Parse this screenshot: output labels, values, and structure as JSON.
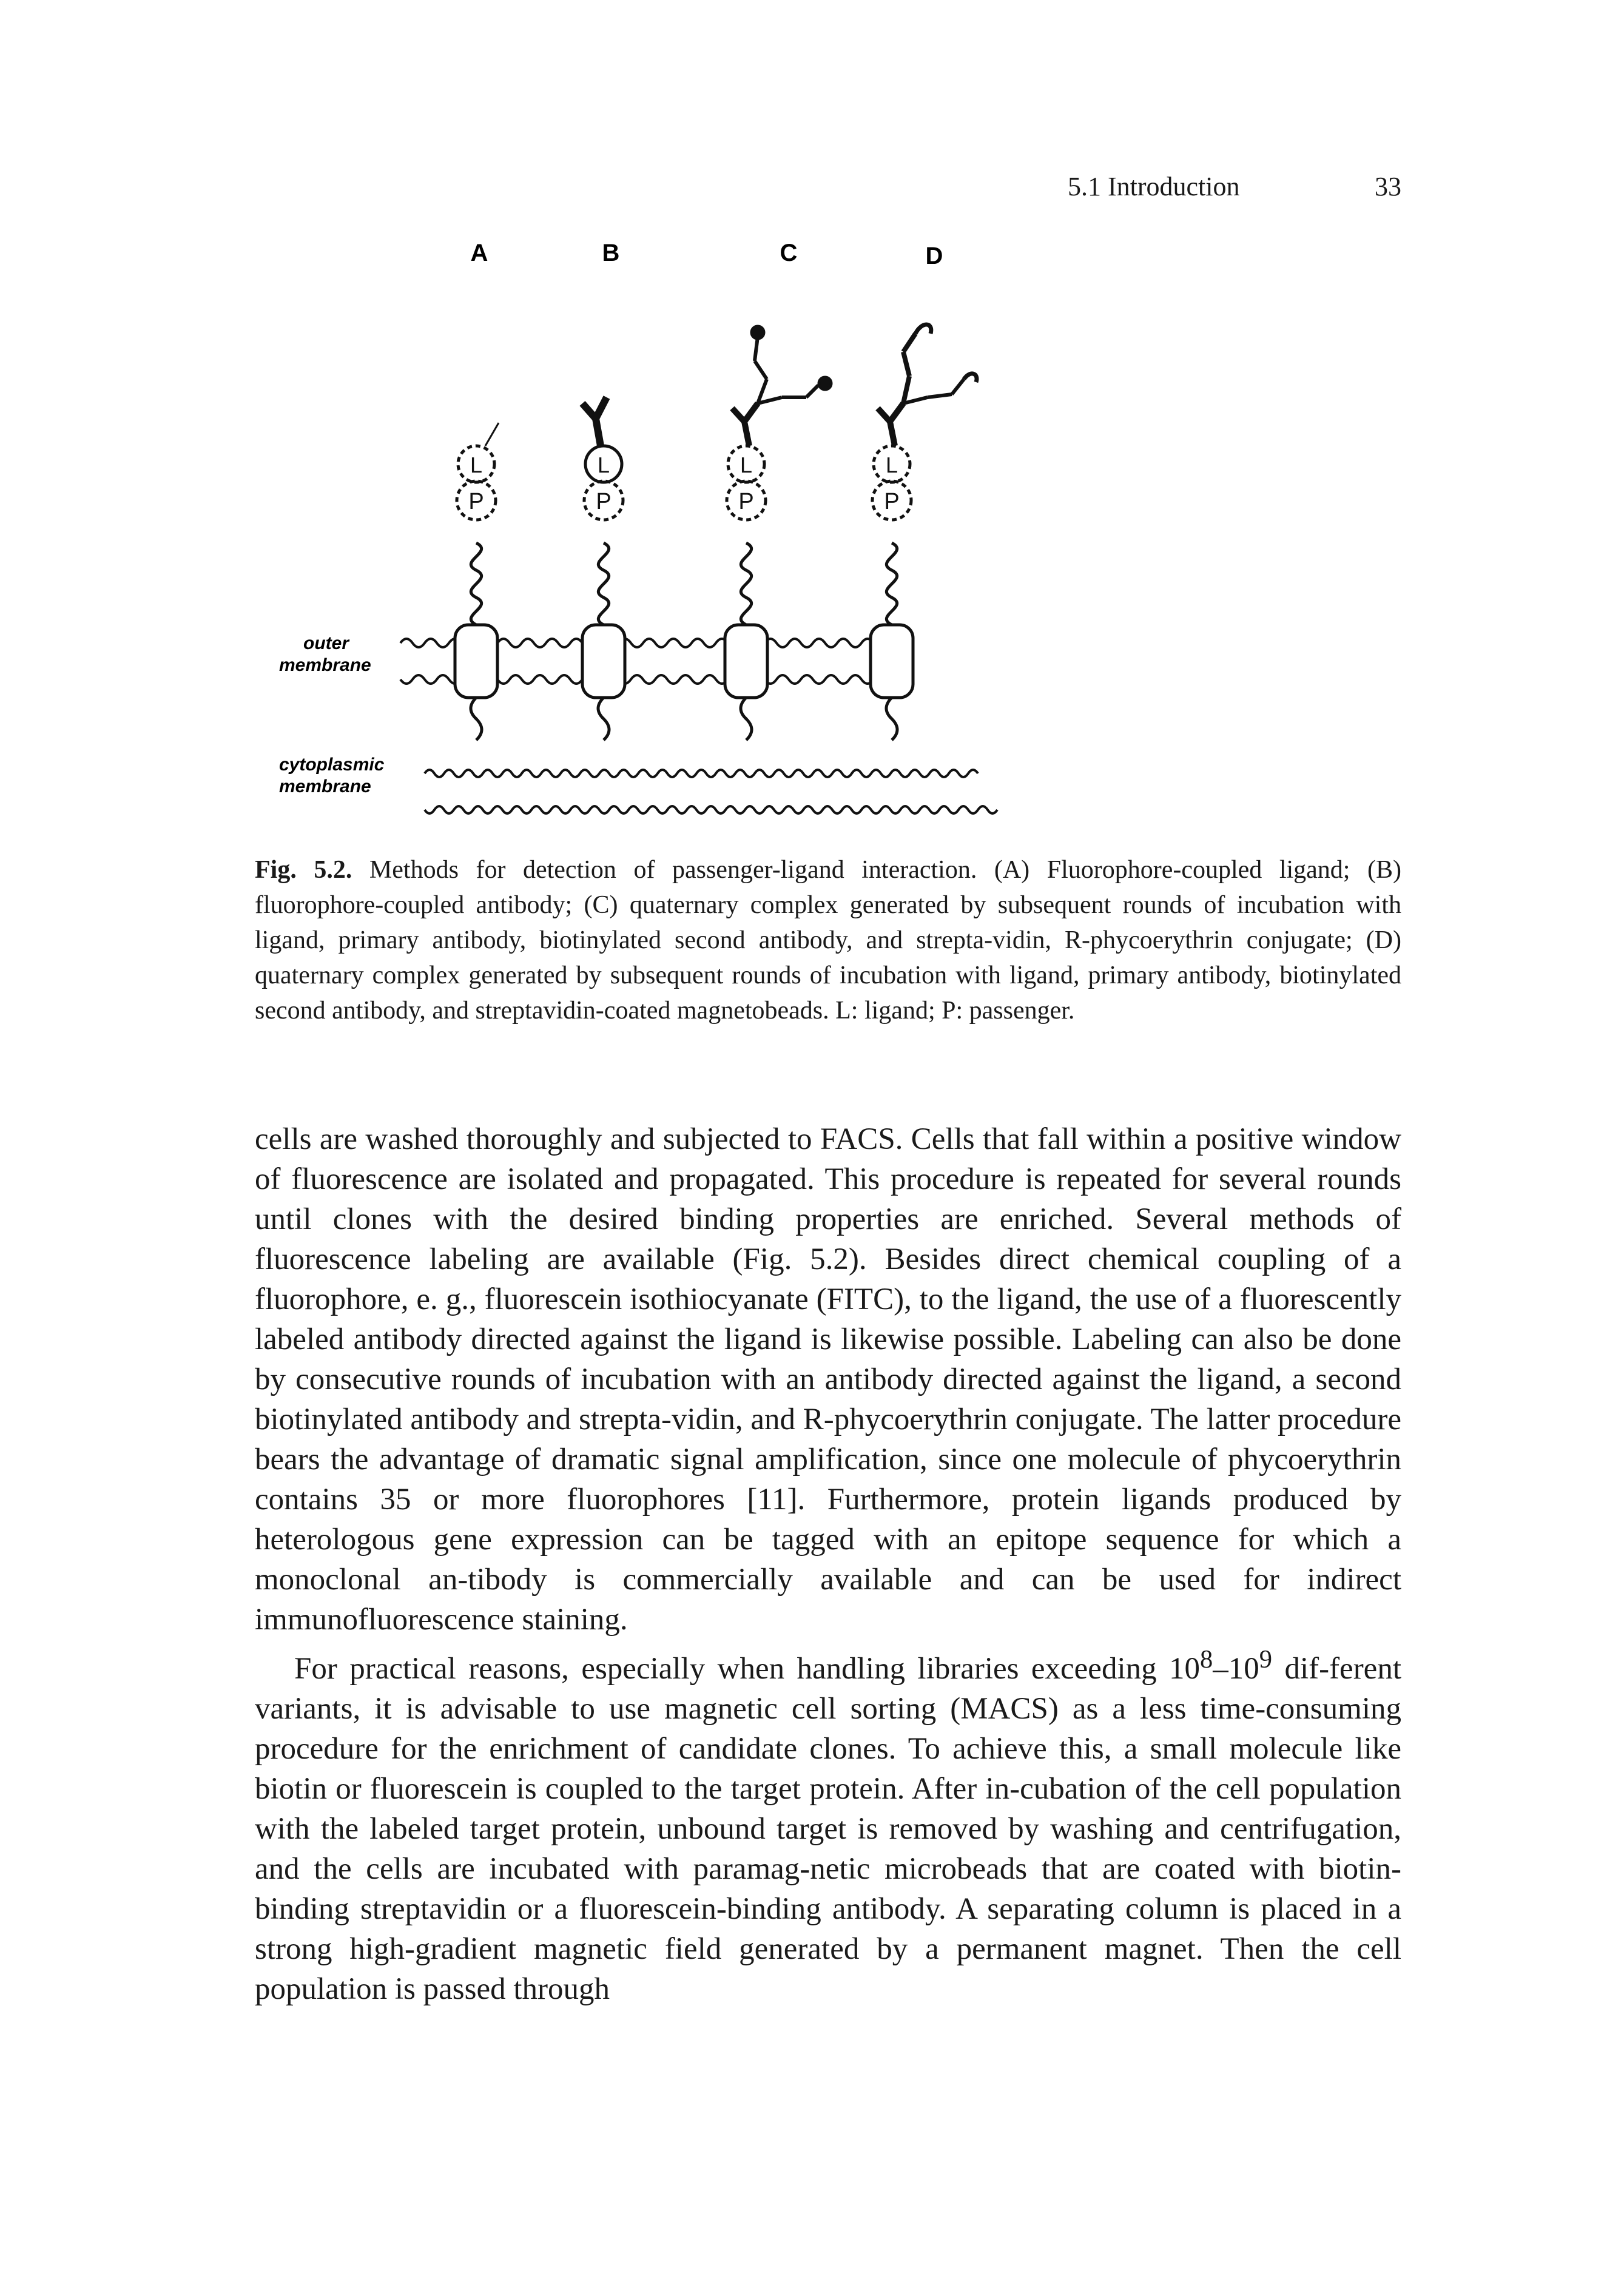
{
  "header": {
    "section": "5.1 Introduction",
    "page_number": "33"
  },
  "figure": {
    "panel_labels": [
      "A",
      "B",
      "C",
      "D"
    ],
    "ligand_letter": "L",
    "passenger_letter": "P",
    "outer_membrane_label_1": "outer",
    "outer_membrane_label_2": "membrane",
    "cytoplasmic_label_1": "cytoplasmic",
    "cytoplasmic_label_2": "membrane"
  },
  "caption": {
    "label": "Fig. 5.2.",
    "text": "Methods for detection of passenger-ligand interaction. (A) Fluorophore-coupled ligand; (B) fluorophore-coupled antibody; (C) quaternary complex generated by subsequent rounds of incubation with ligand, primary antibody, biotinylated second antibody, and strepta-vidin, R-phycoerythrin conjugate; (D) quaternary complex generated by subsequent rounds of incubation with ligand, primary antibody, biotinylated second antibody, and streptavidin-coated magnetobeads. L: ligand; P: passenger."
  },
  "body": {
    "p1": "cells are washed thoroughly and subjected to FACS. Cells that fall within a positive window of fluorescence are isolated and propagated. This procedure is repeated for several rounds until clones with the desired binding properties are enriched. Several methods of fluorescence labeling are available (Fig. 5.2). Besides direct chemical coupling of a fluorophore, e. g., fluorescein isothiocyanate (FITC), to the ligand, the use of a fluorescently labeled antibody directed against the ligand is likewise possible. Labeling can also be done by consecutive rounds of incubation with an antibody directed against the ligand, a second biotinylated antibody and strepta-vidin, and R-phycoerythrin conjugate. The latter procedure bears the advantage of dramatic signal amplification, since one molecule of phycoerythrin contains 35 or more fluorophores [11]. Furthermore, protein ligands produced by heterologous gene expression can be tagged with an epitope sequence for which a monoclonal an-tibody is commercially available and can be used for indirect immunofluorescence staining.",
    "p2_start": "For practical reasons, especially when handling libraries exceeding 10",
    "p2_sup1": "8",
    "p2_mid": "–10",
    "p2_sup2": "9",
    "p2_end": " dif-ferent variants, it is advisable to use magnetic cell sorting (MACS) as a less time-consuming procedure for the enrichment of candidate clones. To achieve this, a small molecule like biotin or fluorescein is coupled to the target protein. After in-cubation of the cell population with the labeled target protein, unbound target is removed by washing and centrifugation, and the cells are incubated with paramag-netic microbeads that are coated with biotin-binding streptavidin or a fluorescein-binding antibody. A separating column is placed in a strong high-gradient magnetic field generated by a permanent magnet. Then the cell population is passed through"
  }
}
